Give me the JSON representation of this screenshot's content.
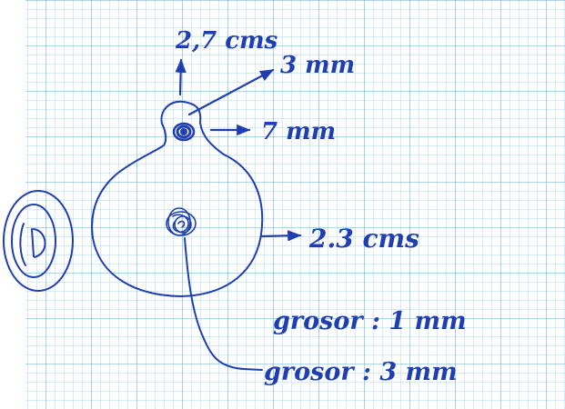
{
  "paper": {
    "grid_color": "#8fcbe4",
    "major_grid_color": "#5aaed3",
    "ink_color": "#1f3fb0"
  },
  "annotations": {
    "top_height": "2,7 cms",
    "hole_offset": "3 mm",
    "hole_diameter": "7 mm",
    "body_size": "2.3 cms",
    "grosor_top": "grosor : 1 mm",
    "grosor_bottom": "grosor : 3 mm"
  }
}
